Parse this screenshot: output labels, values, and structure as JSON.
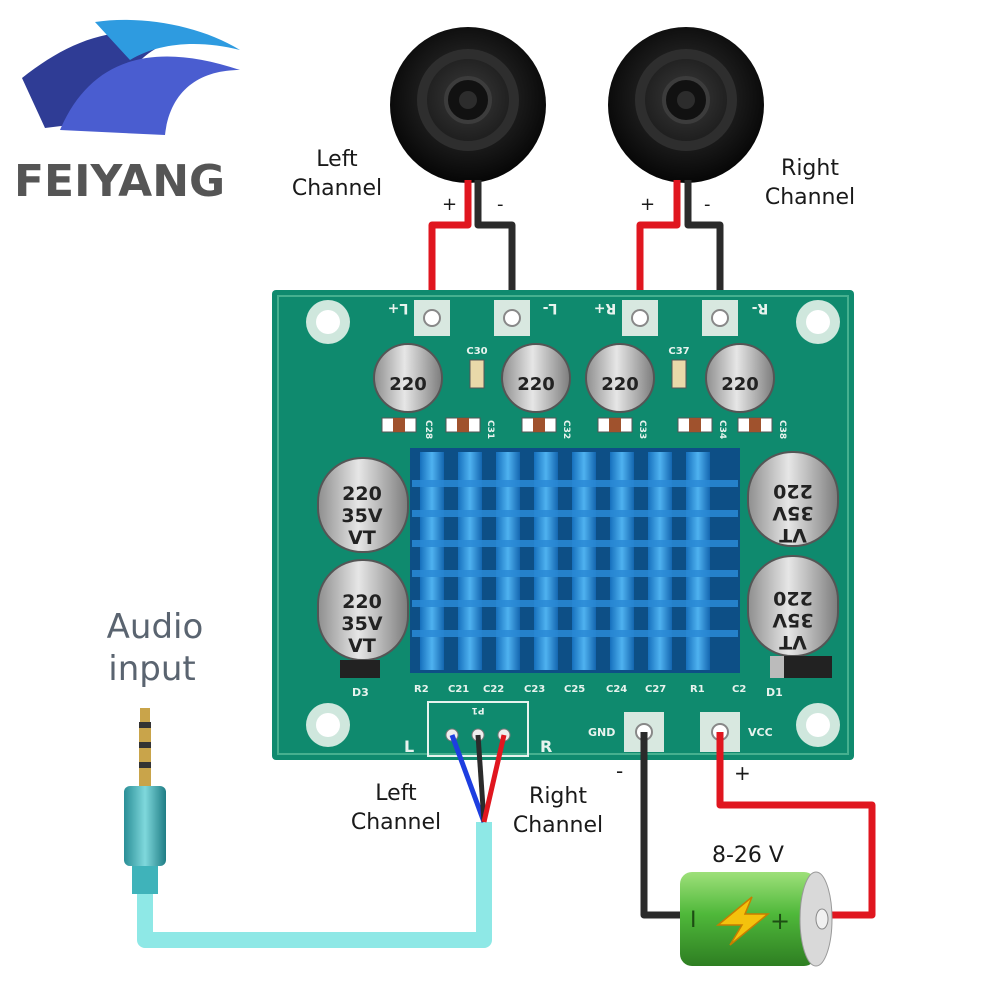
{
  "brand": {
    "name": "FEIYANG"
  },
  "speakers": {
    "left_label": [
      "Left",
      "Channel"
    ],
    "right_label": [
      "Right",
      "Channel"
    ],
    "plus": "+",
    "minus": "-"
  },
  "board": {
    "terminals": {
      "l_plus": "L+",
      "l_minus": "L-",
      "r_plus": "R+",
      "r_minus": "R-"
    },
    "small_caps": [
      "C30",
      "C37"
    ],
    "smd_labels": [
      "C28",
      "C31",
      "C32",
      "C33",
      "C34",
      "C38"
    ],
    "output_cap_value": "220",
    "big_cap_lines": [
      "220",
      "35V",
      "VT"
    ],
    "bottom_labels": [
      "R2",
      "C21",
      "C22",
      "C23",
      "C25",
      "C24",
      "C27",
      "R1",
      "C2",
      "D1",
      "D3"
    ],
    "input_header": {
      "name": "P1",
      "left": "L",
      "right": "R"
    },
    "power": {
      "gnd": "GND",
      "vcc": "VCC"
    }
  },
  "audio": {
    "title": [
      "Audio",
      "input"
    ],
    "left_label": [
      "Left",
      "Channel"
    ],
    "right_label": [
      "Right",
      "Channel"
    ]
  },
  "battery": {
    "voltage": "8-26 V",
    "minus_sign": "-",
    "plus_sign": "+",
    "body_minus": "I",
    "body_plus": "+"
  },
  "colors": {
    "pcb": "#0f8a6e",
    "wire_red": "#e0161f",
    "wire_black": "#2b2b2b",
    "wire_blue": "#1d3ee0",
    "audio_cable": "#8ee8e6",
    "heatsink": "#1f7fd0",
    "battery": "#4fb83a",
    "logo_blue": "#2f3c95"
  }
}
